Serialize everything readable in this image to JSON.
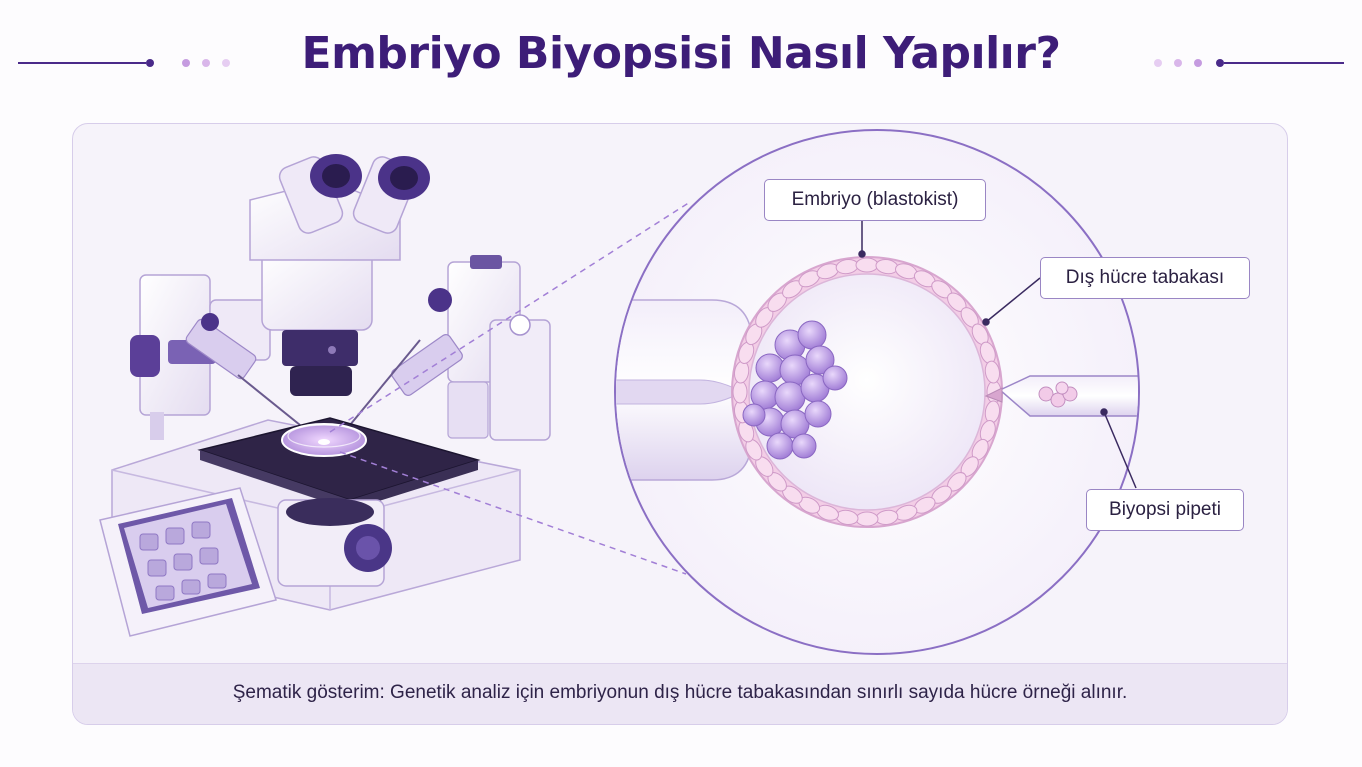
{
  "title": "Embriyo Biyopsisi Nasıl Yapılır?",
  "labels": {
    "embryo": "Embriyo (blastokist)",
    "outer_layer": "Dış hücre tabakası",
    "pipette": "Biyopsi pipeti"
  },
  "caption": "Şematik gösterim: Genetik analiz için embriyonun dış hücre tabakasından sınırlı sayıda hücre örneği alınır.",
  "colors": {
    "title": "#3d1d78",
    "accent": "#7a5cc0",
    "panel_bg": "#f6f3fa",
    "caption_bg": "#ece6f4"
  }
}
